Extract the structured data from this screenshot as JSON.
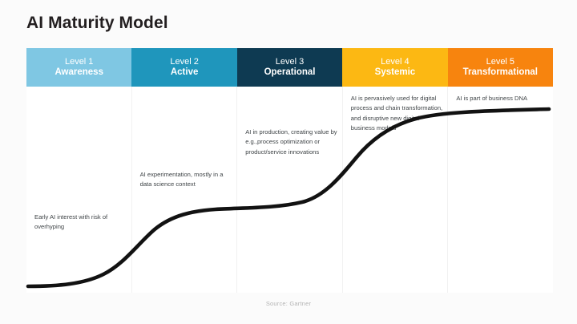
{
  "slide": {
    "title": "AI Maturity Model",
    "source": "Source: Gartner"
  },
  "colors": {
    "level1": "#7FC7E3",
    "level2": "#1F96BC",
    "level3": "#0E3A52",
    "level4": "#FCB813",
    "level5": "#F7840E",
    "curve": "#121212",
    "card": "#FFFFFF",
    "background": "#FBFBFB",
    "title_text": "#231F20",
    "note_text": "#3F4447",
    "source_text": "#B4B4B4"
  },
  "levels": [
    {
      "number": "Level 1",
      "name": "Awareness",
      "note": "Early AI interest with risk of overhyping",
      "color": "#7FC7E3"
    },
    {
      "number": "Level 2",
      "name": "Active",
      "note": "AI experimentation, mostly in a data science context",
      "color": "#1F96BC"
    },
    {
      "number": "Level 3",
      "name": "Operational",
      "note": "AI in production, creating value by e.g.,process optimization or product/service innovations",
      "color": "#0E3A52"
    },
    {
      "number": "Level 4",
      "name": "Systemic",
      "note": "AI is pervasively used for digital process and chain transformation, and disruptive new digital business models",
      "color": "#FCB813"
    },
    {
      "number": "Level 5",
      "name": "Transformational",
      "note": "AI is part of business DNA",
      "color": "#F7840E"
    }
  ],
  "chart_data": {
    "type": "line",
    "title": "AI Maturity Model",
    "xlabel": "",
    "ylabel": "",
    "categories": [
      "Level 1 Awareness",
      "Level 2 Active",
      "Level 3 Operational",
      "Level 4 Systemic",
      "Level 5 Transformational"
    ],
    "series": [
      {
        "name": "AI maturity curve",
        "x": [
          0,
          8,
          16,
          24,
          33,
          41,
          50,
          58,
          66,
          74,
          82,
          90,
          100
        ],
        "values": [
          3,
          3,
          5,
          14,
          27,
          35,
          38,
          40,
          52,
          70,
          84,
          91,
          93
        ]
      }
    ],
    "annotations": [
      {
        "category": "Level 1 Awareness",
        "text": "Early AI interest with risk of overhyping"
      },
      {
        "category": "Level 2 Active",
        "text": "AI experimentation, mostly in a data science context"
      },
      {
        "category": "Level 3 Operational",
        "text": "AI in production, creating value by e.g.,process optimization or product/service innovations"
      },
      {
        "category": "Level 4 Systemic",
        "text": "AI is pervasively used for digital process and chain transformation, and disruptive new digital business models"
      },
      {
        "category": "Level 5 Transformational",
        "text": "AI is part of business DNA"
      }
    ],
    "grid": false,
    "legend": "none",
    "ylim": [
      0,
      100
    ],
    "xlim": [
      0,
      100
    ]
  }
}
